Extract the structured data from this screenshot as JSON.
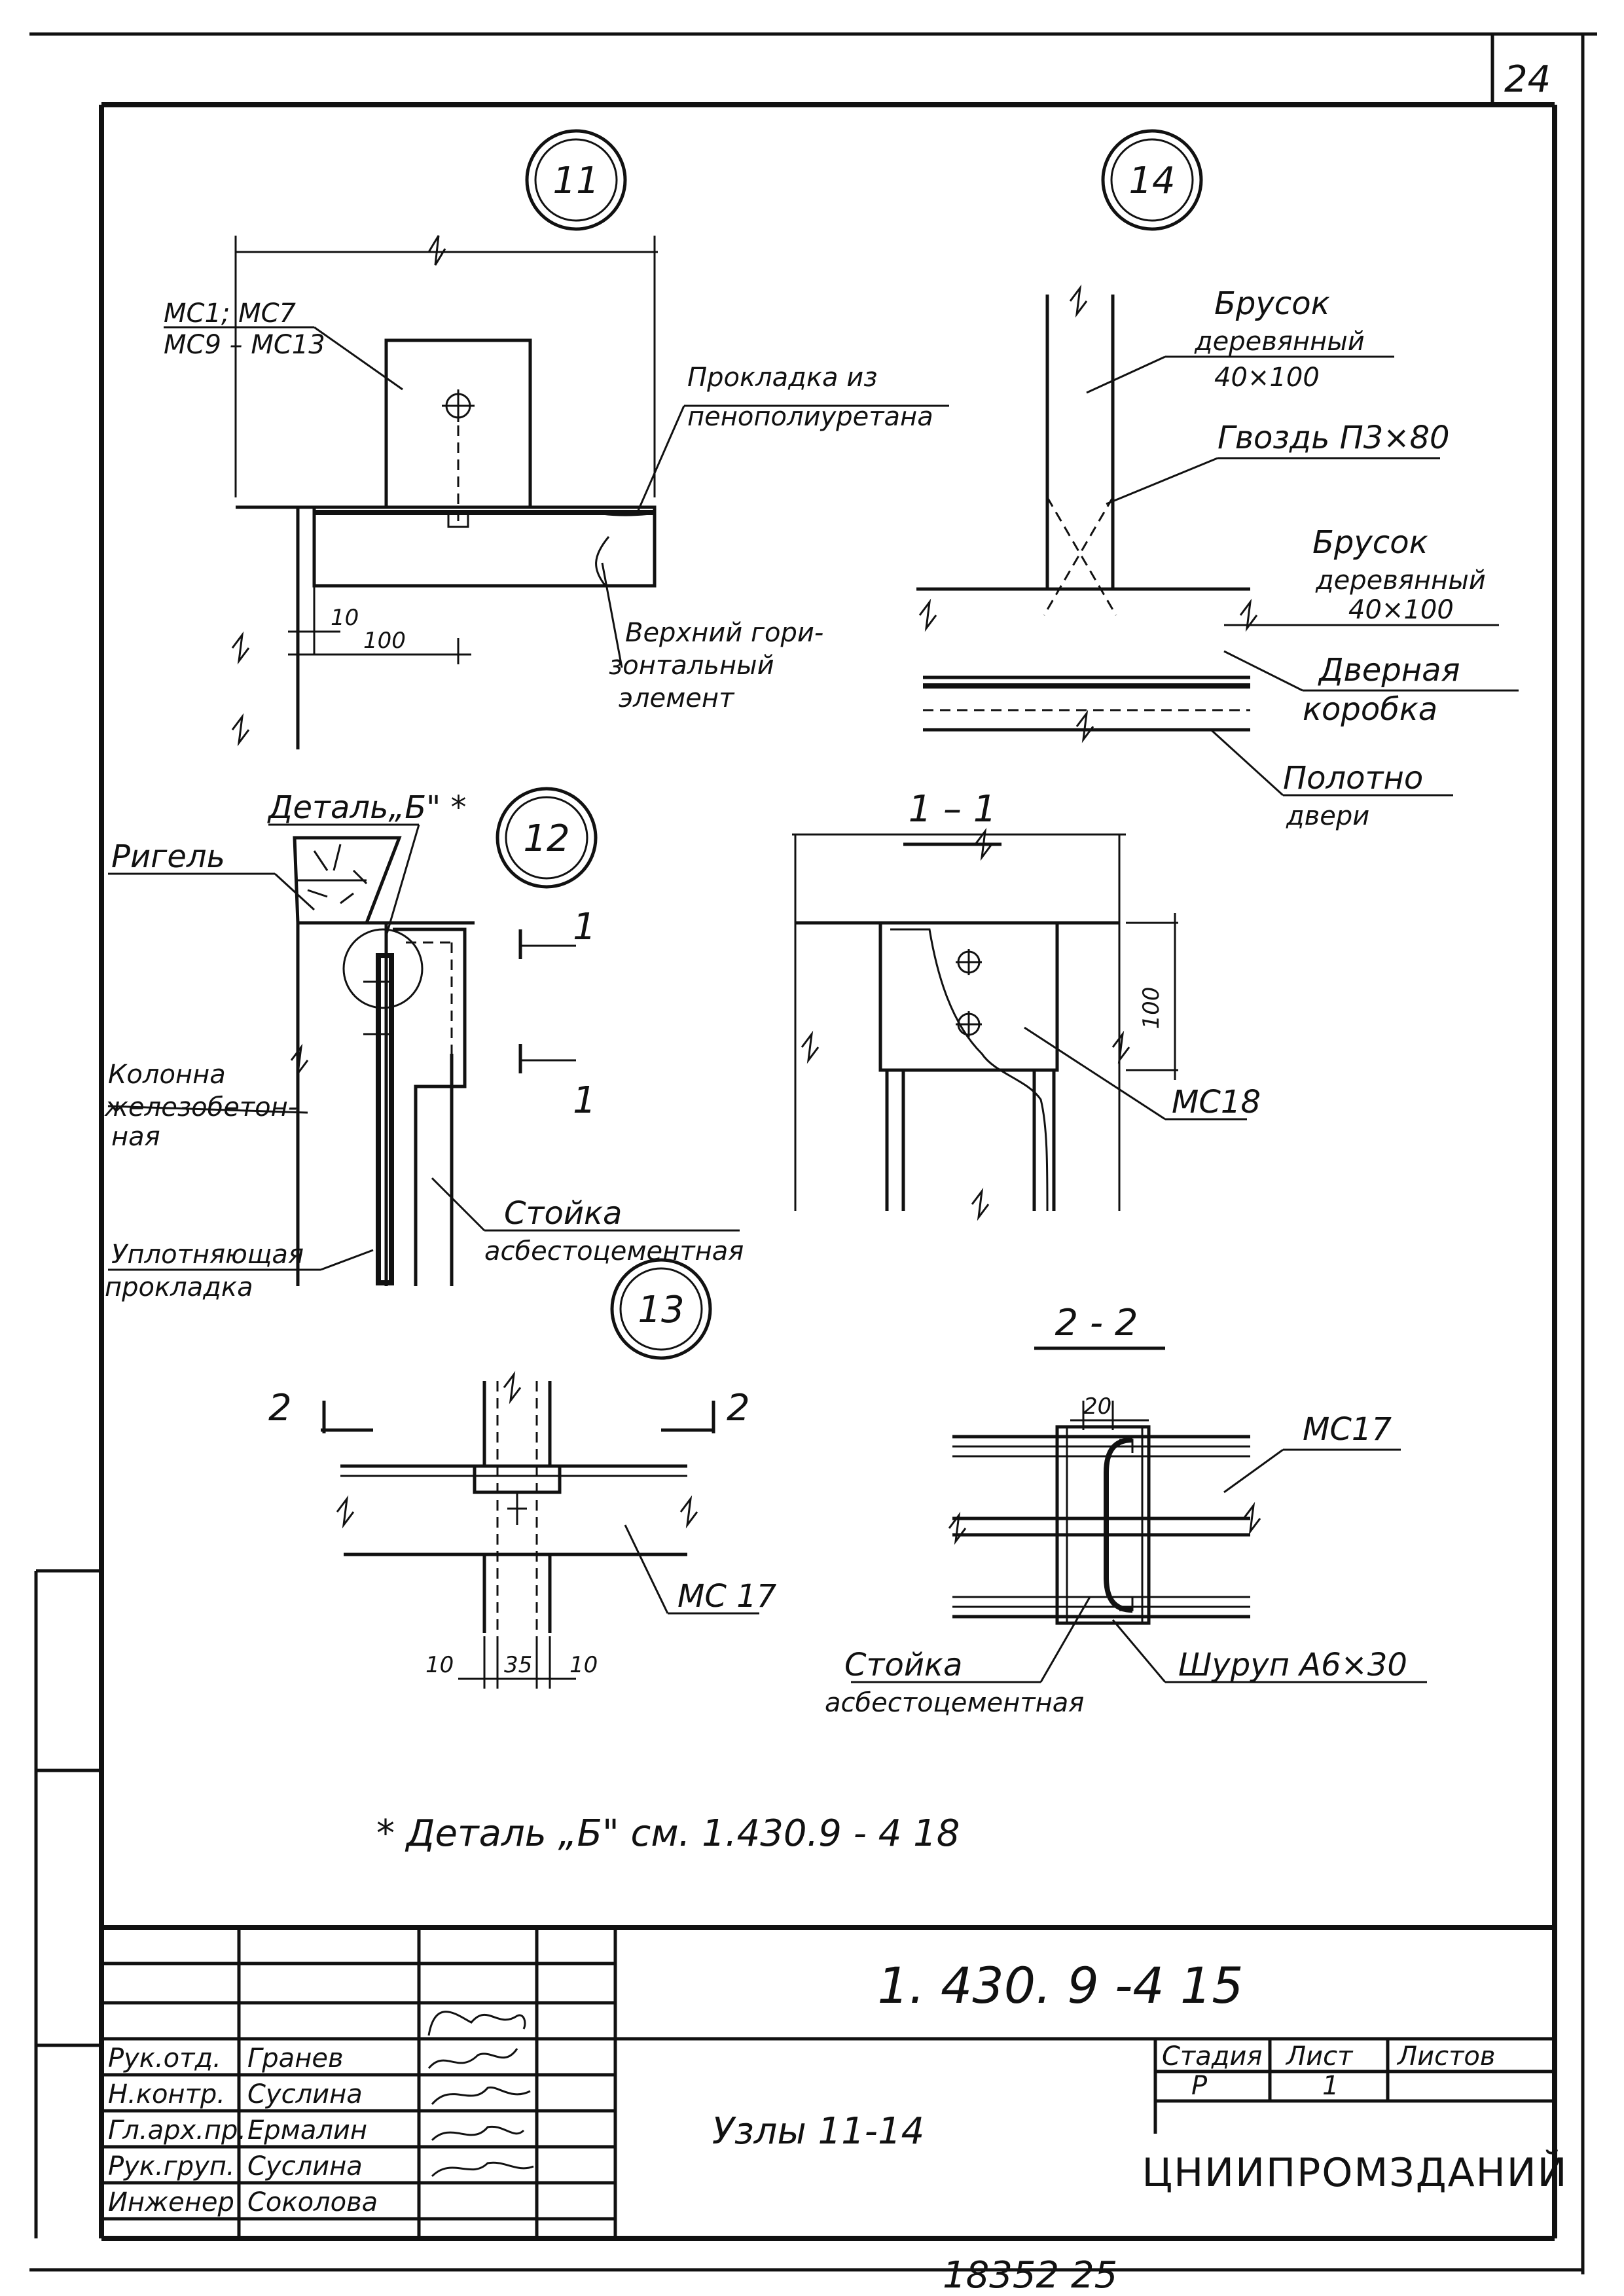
{
  "sheet": {
    "number": "24",
    "bottom_number": "18352 25",
    "note": "* Деталь „Б\" см. 1.430.9 - 4 18"
  },
  "details": {
    "d11": {
      "marker": "11",
      "label_mc_1": "МС1; МС7",
      "label_mc_2": "МС9 – МС13",
      "gasket_1": "Прокладка из",
      "gasket_2": "пенополиуретана",
      "element_1": "Верхний гори-",
      "element_2": "зонтальный",
      "element_3": "элемент",
      "dim_10": "10",
      "dim_100": "100"
    },
    "d14": {
      "marker": "14",
      "bar_top_1": "Брусок",
      "bar_top_2": "деревянный",
      "bar_top_3": "40×100",
      "nail": "Гвоздь П3×80",
      "bar_mid_1": "Брусок",
      "bar_mid_2": "деревянный",
      "bar_mid_3": "40×100",
      "frame_1": "Дверная",
      "frame_2": "коробка",
      "leaf_1": "Полотно",
      "leaf_2": "двери"
    },
    "d12": {
      "marker": "12",
      "detail_b": "Деталь„Б\" *",
      "rigel": "Ригель",
      "column_1": "Колонна",
      "column_2": "железобетон-",
      "column_3": "ная",
      "post_1": "Стойка",
      "post_2": "асбестоцементная",
      "seal_1": "Уплотняющая",
      "seal_2": "прокладка",
      "cut_mark": "1"
    },
    "section_1_1": {
      "title": "1 – 1",
      "dim_100": "100",
      "mc": "МС18"
    },
    "d13": {
      "marker": "13",
      "cut_mark": "2",
      "mc": "МС 17",
      "dim_10a": "10",
      "dim_35": "35",
      "dim_10b": "10"
    },
    "section_2_2": {
      "title": "2 - 2",
      "dim_20": "20",
      "mc": "МС17",
      "post_1": "Стойка",
      "post_2": "асбестоцементная",
      "screw": "Шуруп А6×30"
    }
  },
  "title_block": {
    "code": "1. 430. 9 -4 15",
    "title": "Узлы 11-14",
    "stage_header": "Стадия",
    "sheet_header": "Лист",
    "sheets_header": "Листов",
    "stage": "Р",
    "sheet": "1",
    "sheets": "",
    "organization": "ЦНИИПРОМЗДАНИЙ",
    "roles": [
      "Рук.отд.",
      "Н.контр.",
      "Гл.арх.пр.",
      "Рук.груп.",
      "Инженер"
    ],
    "names": [
      "Гранев",
      "Суслина",
      "Ермалин",
      "Суслина",
      "Соколова"
    ]
  }
}
